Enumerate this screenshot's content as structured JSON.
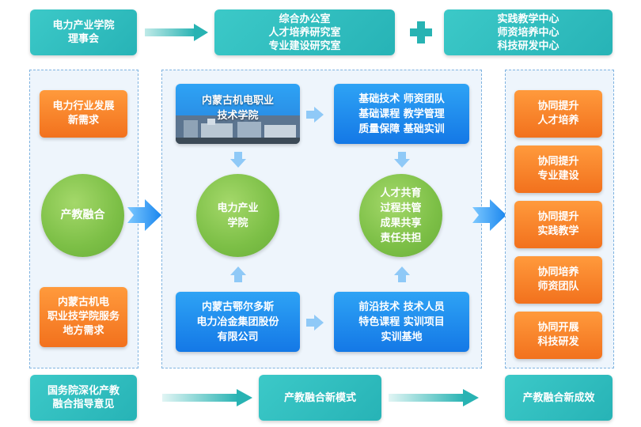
{
  "top": {
    "council": "电力产业学院\n理事会",
    "offices": "综合办公室\n人才培养研究室\n专业建设研究室",
    "centers": "实践教学中心\n师资培养中心\n科技研发中心"
  },
  "left": {
    "demand1": "电力行业发展\n新需求",
    "core": "产教融合",
    "demand2": "内蒙古机电\n职业技学院服务\n地方需求"
  },
  "middle": {
    "school": "内蒙古机电职业\n技术学院",
    "resources": "基础技术  师资团队\n基础课程  教学管理\n质量保障  基础实训",
    "college": "电力产业\n学院",
    "shared": "人才共育\n过程共管\n成果共享\n责任共担",
    "company": "内蒙古鄂尔多斯\n电力冶金集团股份\n有限公司",
    "enterprise": "前沿技术  技术人员\n特色课程  实训项目\n实训基地"
  },
  "right": {
    "items": [
      "协同提升\n人才培养",
      "协同提升\n专业建设",
      "协同提升\n实践教学",
      "协同培养\n师资团队",
      "协同开展\n科技研发"
    ]
  },
  "bottom": {
    "policy": "国务院深化产教\n融合指导意见",
    "mode": "产教融合新模式",
    "result": "产教融合新成效"
  },
  "colors": {
    "teal": "#2dbdbd",
    "orange": "#f57d22",
    "blue": "#1a86ee",
    "green": "#7cbf46",
    "arrow_blue": "#2f9af0"
  }
}
